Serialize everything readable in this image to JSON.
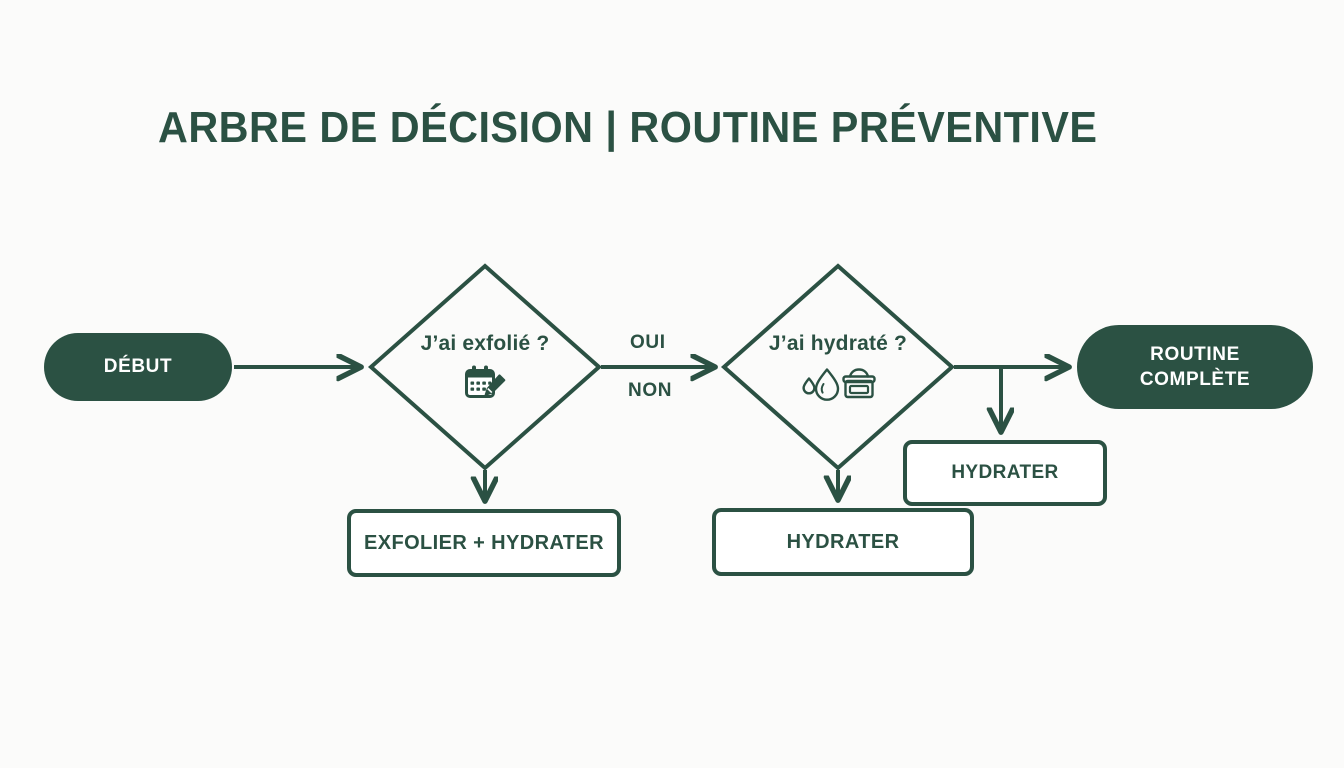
{
  "page": {
    "title": "ARBRE DE DÉCISION | ROUTINE PRÉVENTIVE",
    "background_color": "#fbfbfa",
    "accent_color": "#2b5143",
    "text_on_accent_color": "#ffffff"
  },
  "nodes": {
    "start": {
      "label": "DÉBUT",
      "type": "terminator"
    },
    "decision_exfoliate": {
      "label": "J’ai exfolié ?",
      "type": "decision",
      "icon": "calendar-pencil-icon"
    },
    "decision_hydrate": {
      "label": "J’ai hydraté ?",
      "type": "decision",
      "icon": "water-drops-cream-jar-icon"
    },
    "action_exfoliate_hydrate": {
      "label": "EXFOLIER + HYDRATER",
      "type": "process"
    },
    "action_hydrate_main": {
      "label": "HYDRATER",
      "type": "process"
    },
    "action_hydrate_branch": {
      "label": "HYDRATER",
      "type": "process"
    },
    "end": {
      "label_line_1": "ROUTINE",
      "label_line_2": "COMPLÈTE",
      "type": "terminator"
    }
  },
  "edges": {
    "oui_label": "OUI",
    "non_label": "NON"
  }
}
